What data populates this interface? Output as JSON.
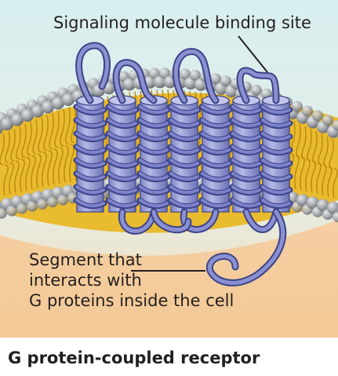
{
  "labels": {
    "binding_site": "Signaling molecule binding site",
    "segment_line1": "Segment that",
    "segment_line2": "interacts with",
    "segment_line3": "G proteins inside the cell"
  },
  "caption": "G protein-coupled receptor",
  "colors": {
    "background_top": "#d4ecec",
    "cytoplasm": "#f2c99a",
    "lipid_tails": "#e8b92c",
    "phospholipid_heads": "#9a9da1",
    "helix": "#6c72b6",
    "helix_dark": "#3d4489",
    "helix_light": "#a4a9dc"
  }
}
